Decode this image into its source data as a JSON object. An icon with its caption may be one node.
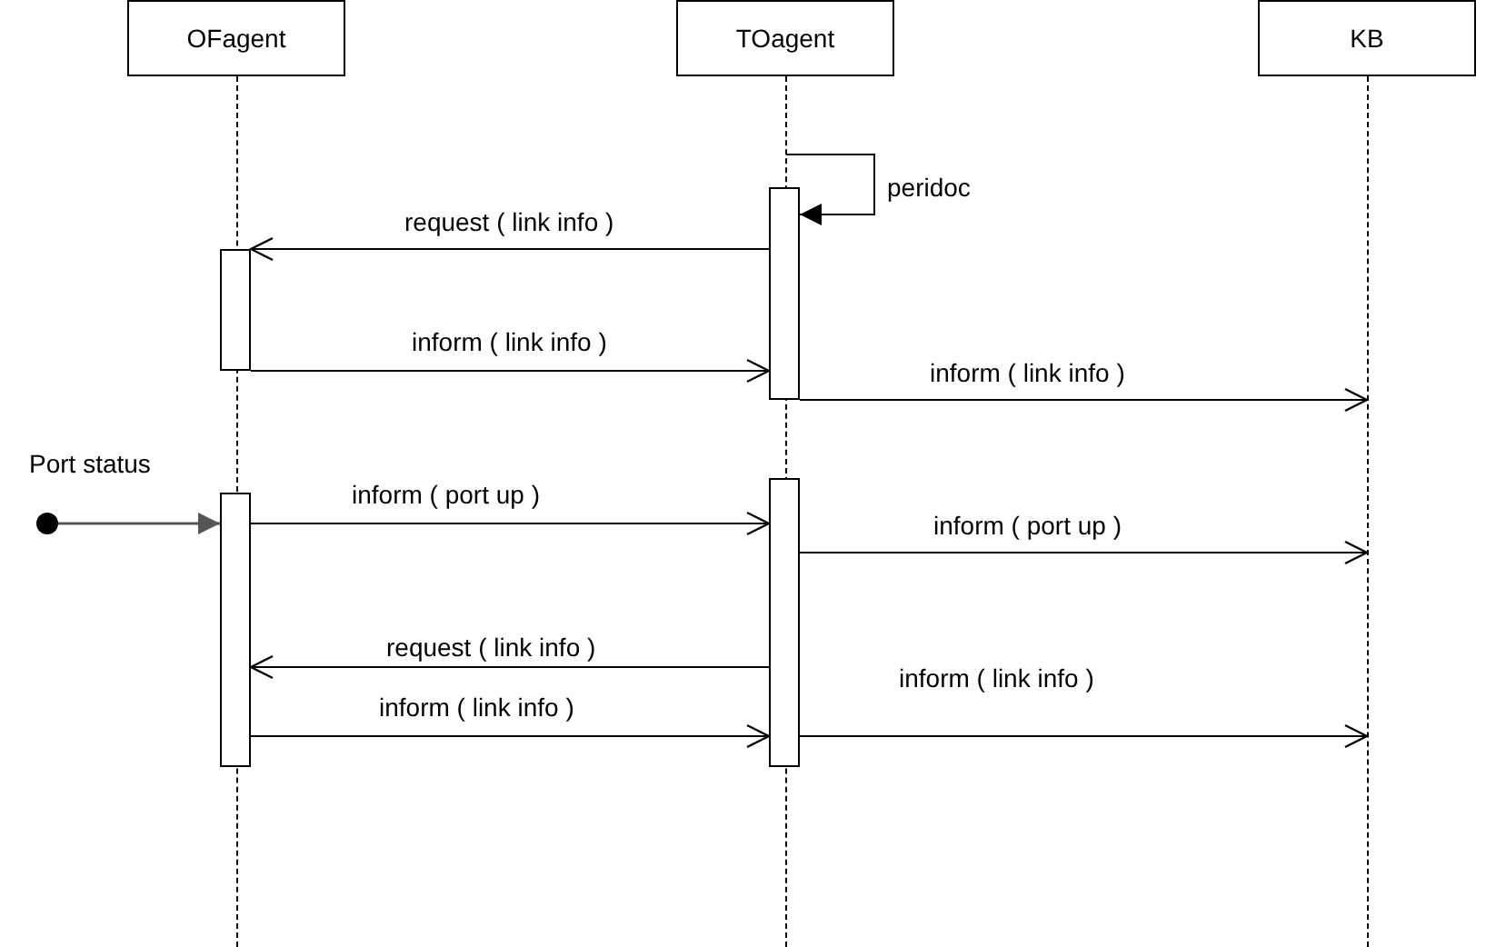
{
  "diagram": {
    "nodes": [
      {
        "text": [
          "OFagent"
        ]
      },
      {
        "text": [
          "TOagent"
        ]
      },
      {
        "text": [
          "KB"
        ]
      },
      {
        "text": [],
        "shape": "bar"
      },
      {
        "text": [],
        "shape": "bar"
      },
      {
        "text": [],
        "shape": "bar"
      },
      {
        "text": [],
        "shape": "bar"
      },
      {
        "text": [],
        "shape": "circle"
      },
      {
        "text": [],
        "shape": "line"
      },
      {
        "text": [],
        "shape": "line"
      },
      {
        "text": [],
        "shape": "line"
      }
    ],
    "edges": [
      {
        "from": 9,
        "to": 3,
        "arrow": "to",
        "label": "peridoc"
      },
      {
        "from": 3,
        "to": 4,
        "arrow": "to",
        "label": "request ( link info )"
      },
      {
        "from": 4,
        "to": 3,
        "arrow": "to",
        "label": "inform ( link info )"
      },
      {
        "from": 3,
        "to": 10,
        "arrow": "to",
        "label": "inform ( link info )"
      },
      {
        "from": 7,
        "to": 5,
        "arrow": "to",
        "label": "Port status",
        "color": "#555555"
      },
      {
        "from": 5,
        "to": 6,
        "arrow": "to",
        "label": "inform ( port up )"
      },
      {
        "from": 6,
        "to": 10,
        "arrow": "to",
        "label": "inform ( port up )"
      },
      {
        "from": 6,
        "to": 5,
        "arrow": "to",
        "label": "request ( link info )"
      },
      {
        "from": 5,
        "to": 6,
        "arrow": "to",
        "label": "inform ( link info )"
      },
      {
        "from": 6,
        "to": 10,
        "arrow": "to",
        "label": "inform ( link info )"
      }
    ]
  }
}
